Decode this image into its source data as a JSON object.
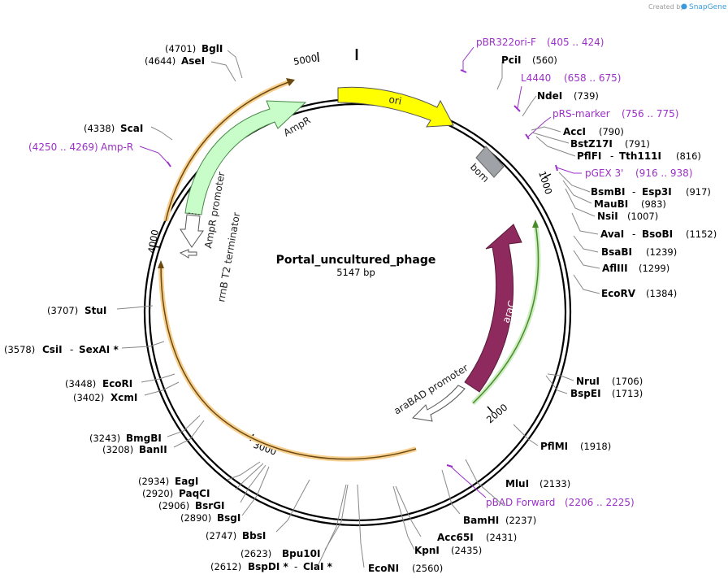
{
  "app": {
    "credit_text": "Created by",
    "brand": "SnapGene"
  },
  "plasmid": {
    "name": "Portal_uncultured_phage",
    "length_label": "5147 bp"
  },
  "ticks": [
    "5000",
    "1000",
    "2000",
    "3000",
    "4000"
  ],
  "enzymes": [
    {
      "name": "BglI",
      "pos": "(4701)"
    },
    {
      "name": "AseI",
      "pos": "(4644)"
    },
    {
      "name": "PciI",
      "pos": "(560)"
    },
    {
      "name": "NdeI",
      "pos": "(739)"
    },
    {
      "name": "AccI",
      "pos": "(790)"
    },
    {
      "name": "BstZ17I",
      "pos": "(791)"
    },
    {
      "name": "PflFI",
      "name2": "Tth111I",
      "pos": "(816)"
    },
    {
      "name": "BsmBI",
      "name2": "Esp3I",
      "pos": "(917)"
    },
    {
      "name": "MauBI",
      "pos": "(983)"
    },
    {
      "name": "NsiI",
      "pos": "(1007)"
    },
    {
      "name": "AvaI",
      "name2": "BsoBI",
      "pos": "(1152)"
    },
    {
      "name": "BsaBI",
      "pos": "(1239)"
    },
    {
      "name": "AflIII",
      "pos": "(1299)"
    },
    {
      "name": "EcoRV",
      "pos": "(1384)"
    },
    {
      "name": "NruI",
      "pos": "(1706)"
    },
    {
      "name": "BspEI",
      "pos": "(1713)"
    },
    {
      "name": "PflMI",
      "pos": "(1918)"
    },
    {
      "name": "MluI",
      "pos": "(2133)"
    },
    {
      "name": "BamHI",
      "pos": "(2237)"
    },
    {
      "name": "Acc65I",
      "pos": "(2431)"
    },
    {
      "name": "KpnI",
      "pos": "(2435)"
    },
    {
      "name": "EcoNI",
      "pos": "(2560)"
    },
    {
      "name": "Bpu10I",
      "pos": "(2623)"
    },
    {
      "name": "BspDI *",
      "name2": "ClaI *",
      "pos": "(2612)"
    },
    {
      "name": "BbsI",
      "pos": "(2747)"
    },
    {
      "name": "BsgI",
      "pos": "(2890)"
    },
    {
      "name": "BsrGI",
      "pos": "(2906)"
    },
    {
      "name": "PaqCI",
      "pos": "(2920)"
    },
    {
      "name": "EagI",
      "pos": "(2934)"
    },
    {
      "name": "BanII",
      "pos": "(3208)"
    },
    {
      "name": "BmgBI",
      "pos": "(3243)"
    },
    {
      "name": "XcmI",
      "pos": "(3402)"
    },
    {
      "name": "EcoRI",
      "pos": "(3448)"
    },
    {
      "name": "CsiI",
      "name2": "SexAI *",
      "pos": "(3578)"
    },
    {
      "name": "StuI",
      "pos": "(3707)"
    },
    {
      "name": "ScaI",
      "pos": "(4338)"
    }
  ],
  "primers": [
    {
      "name": "pBR322ori-F",
      "range": "(405 .. 424)"
    },
    {
      "name": "L4440",
      "range": "(658 .. 675)"
    },
    {
      "name": "pRS-marker",
      "range": "(756 .. 775)"
    },
    {
      "name": "pGEX 3'",
      "range": "(916 .. 938)"
    },
    {
      "name": "pBAD Forward",
      "range": "(2206 .. 2225)"
    },
    {
      "name": "Amp-R",
      "range": "(4250 .. 4269)"
    }
  ],
  "features": {
    "ori": "ori",
    "bom": "bom",
    "araC": "araC",
    "araBAD_promoter": "araBAD promoter",
    "AmpR": "AmpR",
    "AmpR_promoter": "AmpR promoter",
    "rrnB_terminator": "rrnB T2 terminator"
  },
  "colors": {
    "primer": "#9b30c8",
    "ori": "#ffff00",
    "bom": "#9fa3a8",
    "araC": "#8e2a5e",
    "AmpR": "#c8fcc8",
    "orange_orf": "#f2a632",
    "green_orf": "#7dd65a"
  }
}
